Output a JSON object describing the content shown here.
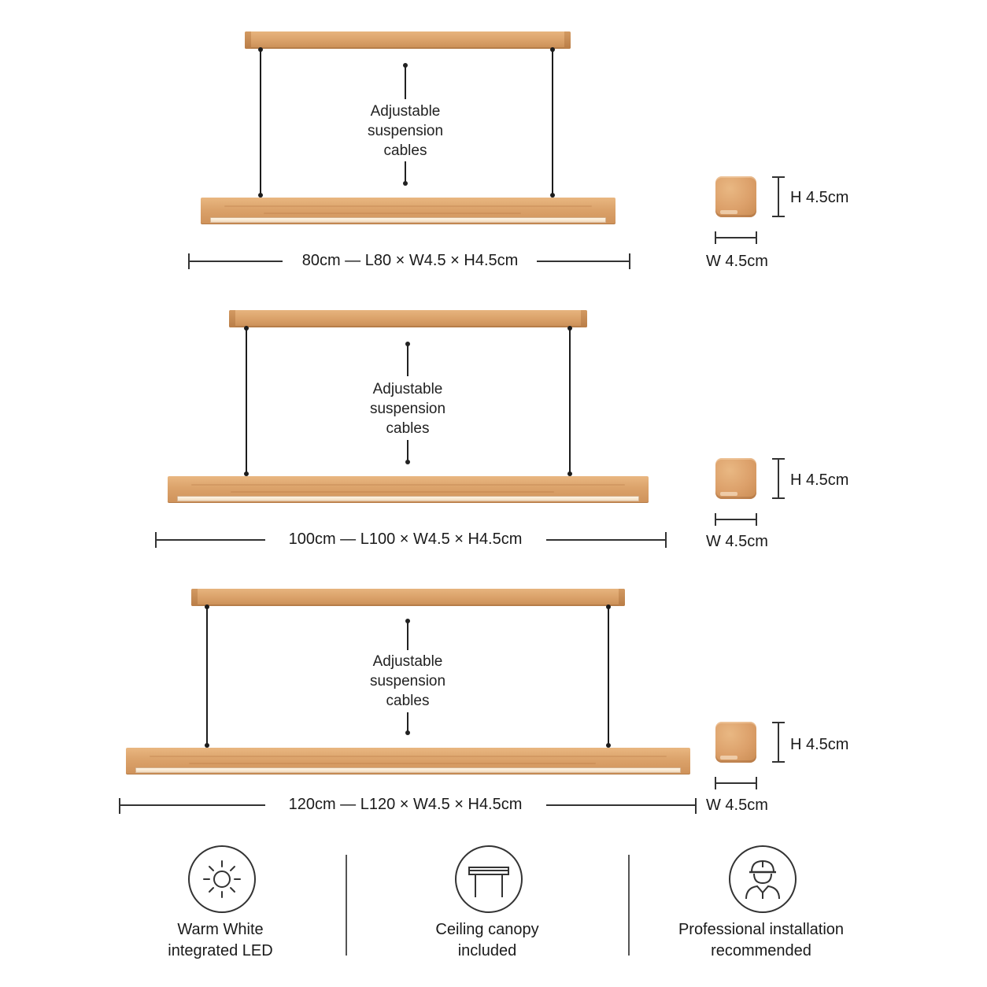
{
  "cable_label": [
    "Adjustable",
    "suspension",
    "cables"
  ],
  "variants": [
    {
      "dimension_label": "80cm — L80 × W4.5 × H4.5cm",
      "height_label": "H 4.5cm",
      "width_label": "W 4.5cm"
    },
    {
      "dimension_label": "100cm — L100 × W4.5 × H4.5cm",
      "height_label": "H 4.5cm",
      "width_label": "W 4.5cm"
    },
    {
      "dimension_label": "120cm — L120 × W4.5 × H4.5cm",
      "height_label": "H 4.5cm",
      "width_label": "W 4.5cm"
    }
  ],
  "features": [
    {
      "icon": "sun-icon",
      "line1": "Warm White",
      "line2": "integrated LED"
    },
    {
      "icon": "ceiling-canopy-icon",
      "line1": "Ceiling canopy",
      "line2": "included"
    },
    {
      "icon": "installer-helmet-icon",
      "line1": "Professional installation",
      "line2": "recommended"
    }
  ],
  "colors": {
    "wood": "#dba26a",
    "line": "#333333",
    "background": "#ffffff"
  }
}
